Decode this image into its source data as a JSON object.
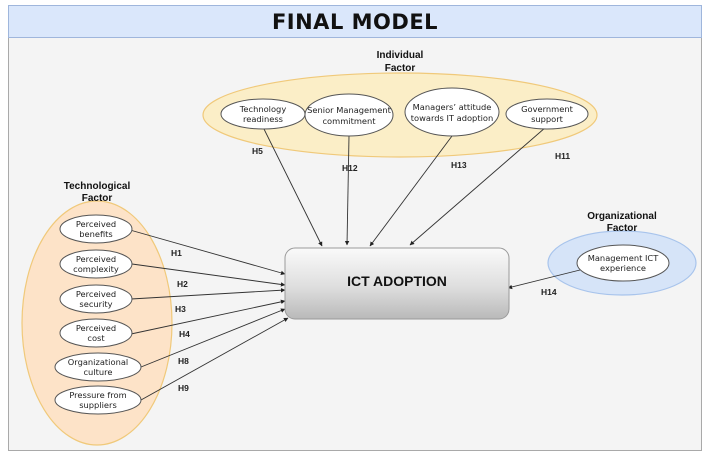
{
  "title": "FINAL MODEL",
  "colors": {
    "header_bg": "#dae7fb",
    "canvas_bg": "#f4f4f4",
    "individual_group": "#fbeec7",
    "technological_group": "#fde3c8",
    "organizational_group": "#d6e4f8",
    "group_stroke_warm": "#f0c97a",
    "group_stroke_cool": "#a8c4ec"
  },
  "center": {
    "label": "ICT ADOPTION"
  },
  "groups": {
    "individual": {
      "label_line1": "Individual",
      "label_line2": "Factor"
    },
    "technological": {
      "label_line1": "Technological",
      "label_line2": "Factor"
    },
    "organizational": {
      "label_line1": "Organizational",
      "label_line2": "Factor"
    }
  },
  "nodes": {
    "technology_readiness": {
      "line1": "Technology",
      "line2": "readiness",
      "hypothesis": "H5"
    },
    "senior_management": {
      "line1": "Senior Management",
      "line2": "commitment",
      "hypothesis": "H12"
    },
    "managers_attitude": {
      "line1": "Managers’ attitude",
      "line2": "towards IT adoption",
      "hypothesis": "H13"
    },
    "government_support": {
      "line1": "Government",
      "line2": "support",
      "hypothesis": "H11"
    },
    "perceived_benefits": {
      "line1": "Perceived",
      "line2": "benefits",
      "hypothesis": "H1"
    },
    "perceived_complexity": {
      "line1": "Perceived",
      "line2": "complexity",
      "hypothesis": "H2"
    },
    "perceived_security": {
      "line1": "Perceived",
      "line2": "security",
      "hypothesis": "H3"
    },
    "perceived_cost": {
      "line1": "Perceived",
      "line2": "cost",
      "hypothesis": "H4"
    },
    "organizational_culture": {
      "line1": "Organizational",
      "line2": "culture",
      "hypothesis": "H8"
    },
    "pressure_suppliers": {
      "line1": "Pressure from",
      "line2": "suppliers",
      "hypothesis": "H9"
    },
    "management_ict": {
      "line1": "Management ICT",
      "line2": "experience",
      "hypothesis": "H14"
    }
  }
}
